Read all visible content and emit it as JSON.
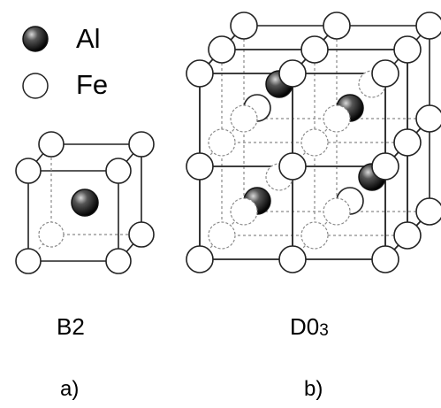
{
  "legend": {
    "items": [
      {
        "symbol": "al-atom-icon",
        "label": "Al",
        "fill": "#111111"
      },
      {
        "symbol": "fe-atom-icon",
        "label": "Fe",
        "fill": "#ffffff"
      }
    ]
  },
  "panels": [
    {
      "id": "a",
      "structure_name": "B2",
      "structure_sub": "",
      "panel_label": "a)"
    },
    {
      "id": "b",
      "structure_name": "D0",
      "structure_sub": "3",
      "panel_label": "b)"
    }
  ],
  "colors": {
    "line": "#222222",
    "fe_fill": "#ffffff",
    "al_fill": "#111111",
    "hidden": "#8a8a8a"
  }
}
